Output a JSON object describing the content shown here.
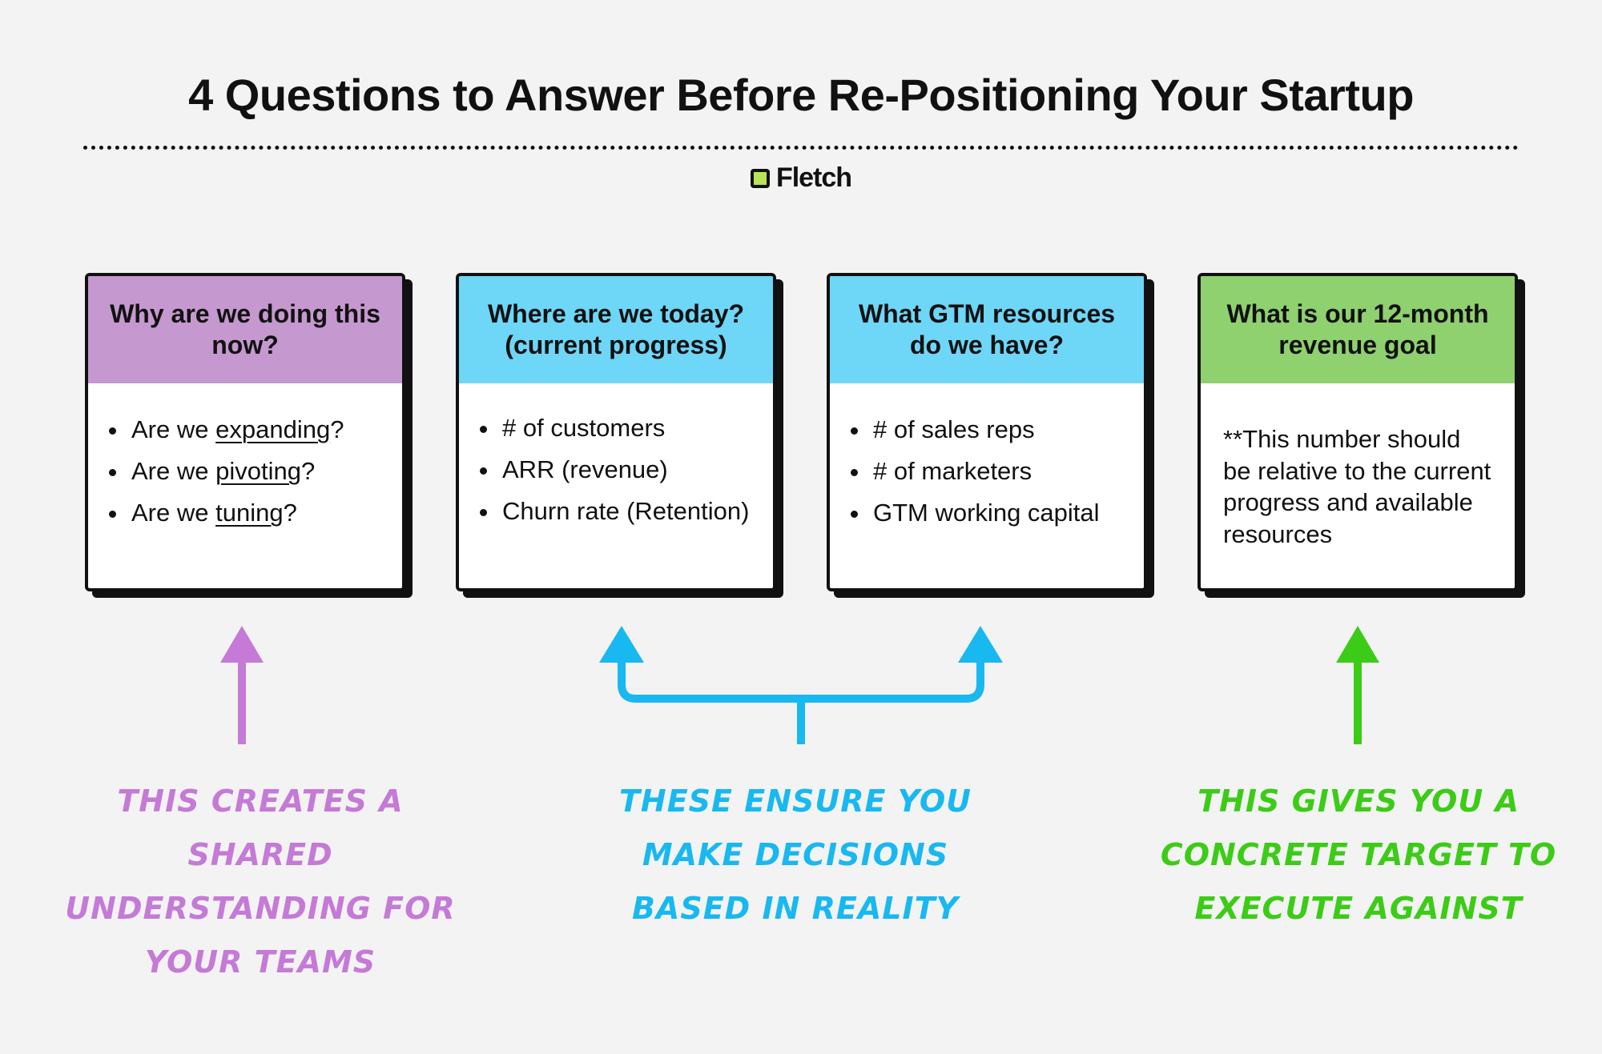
{
  "title": "4 Questions to Answer Before Re-Positioning Your Startup",
  "brand": {
    "name": "Fletch",
    "logo_color": "#b6e35a"
  },
  "colors": {
    "purple": "#c598d0",
    "blue": "#6ed6f7",
    "green": "#8fd06f",
    "arrow_purple": "#c47ad6",
    "arrow_blue": "#18b8f0",
    "arrow_green": "#3ccc17"
  },
  "cards": [
    {
      "heading": "Why are we doing this now?",
      "items": [
        {
          "pre": "Are we ",
          "emph": "expanding",
          "post": "?"
        },
        {
          "pre": "Are we ",
          "emph": "pivoting",
          "post": "?"
        },
        {
          "pre": "Are we ",
          "emph": "tuning",
          "post": "?"
        }
      ]
    },
    {
      "heading": "Where are we today? (current progress)",
      "items": [
        "# of customers",
        "ARR (revenue)",
        "Churn rate (Retention)"
      ]
    },
    {
      "heading": "What GTM resources do we have?",
      "items": [
        "# of sales reps",
        "# of marketers",
        "GTM working capital"
      ]
    },
    {
      "heading": "What is our 12-month revenue goal",
      "note": "**This number should be relative to the current progress and available resources"
    }
  ],
  "captions": [
    "This creates a shared understanding for your teams",
    "These ensure you make decisions based in reality",
    "This gives you a concrete target to execute against"
  ]
}
